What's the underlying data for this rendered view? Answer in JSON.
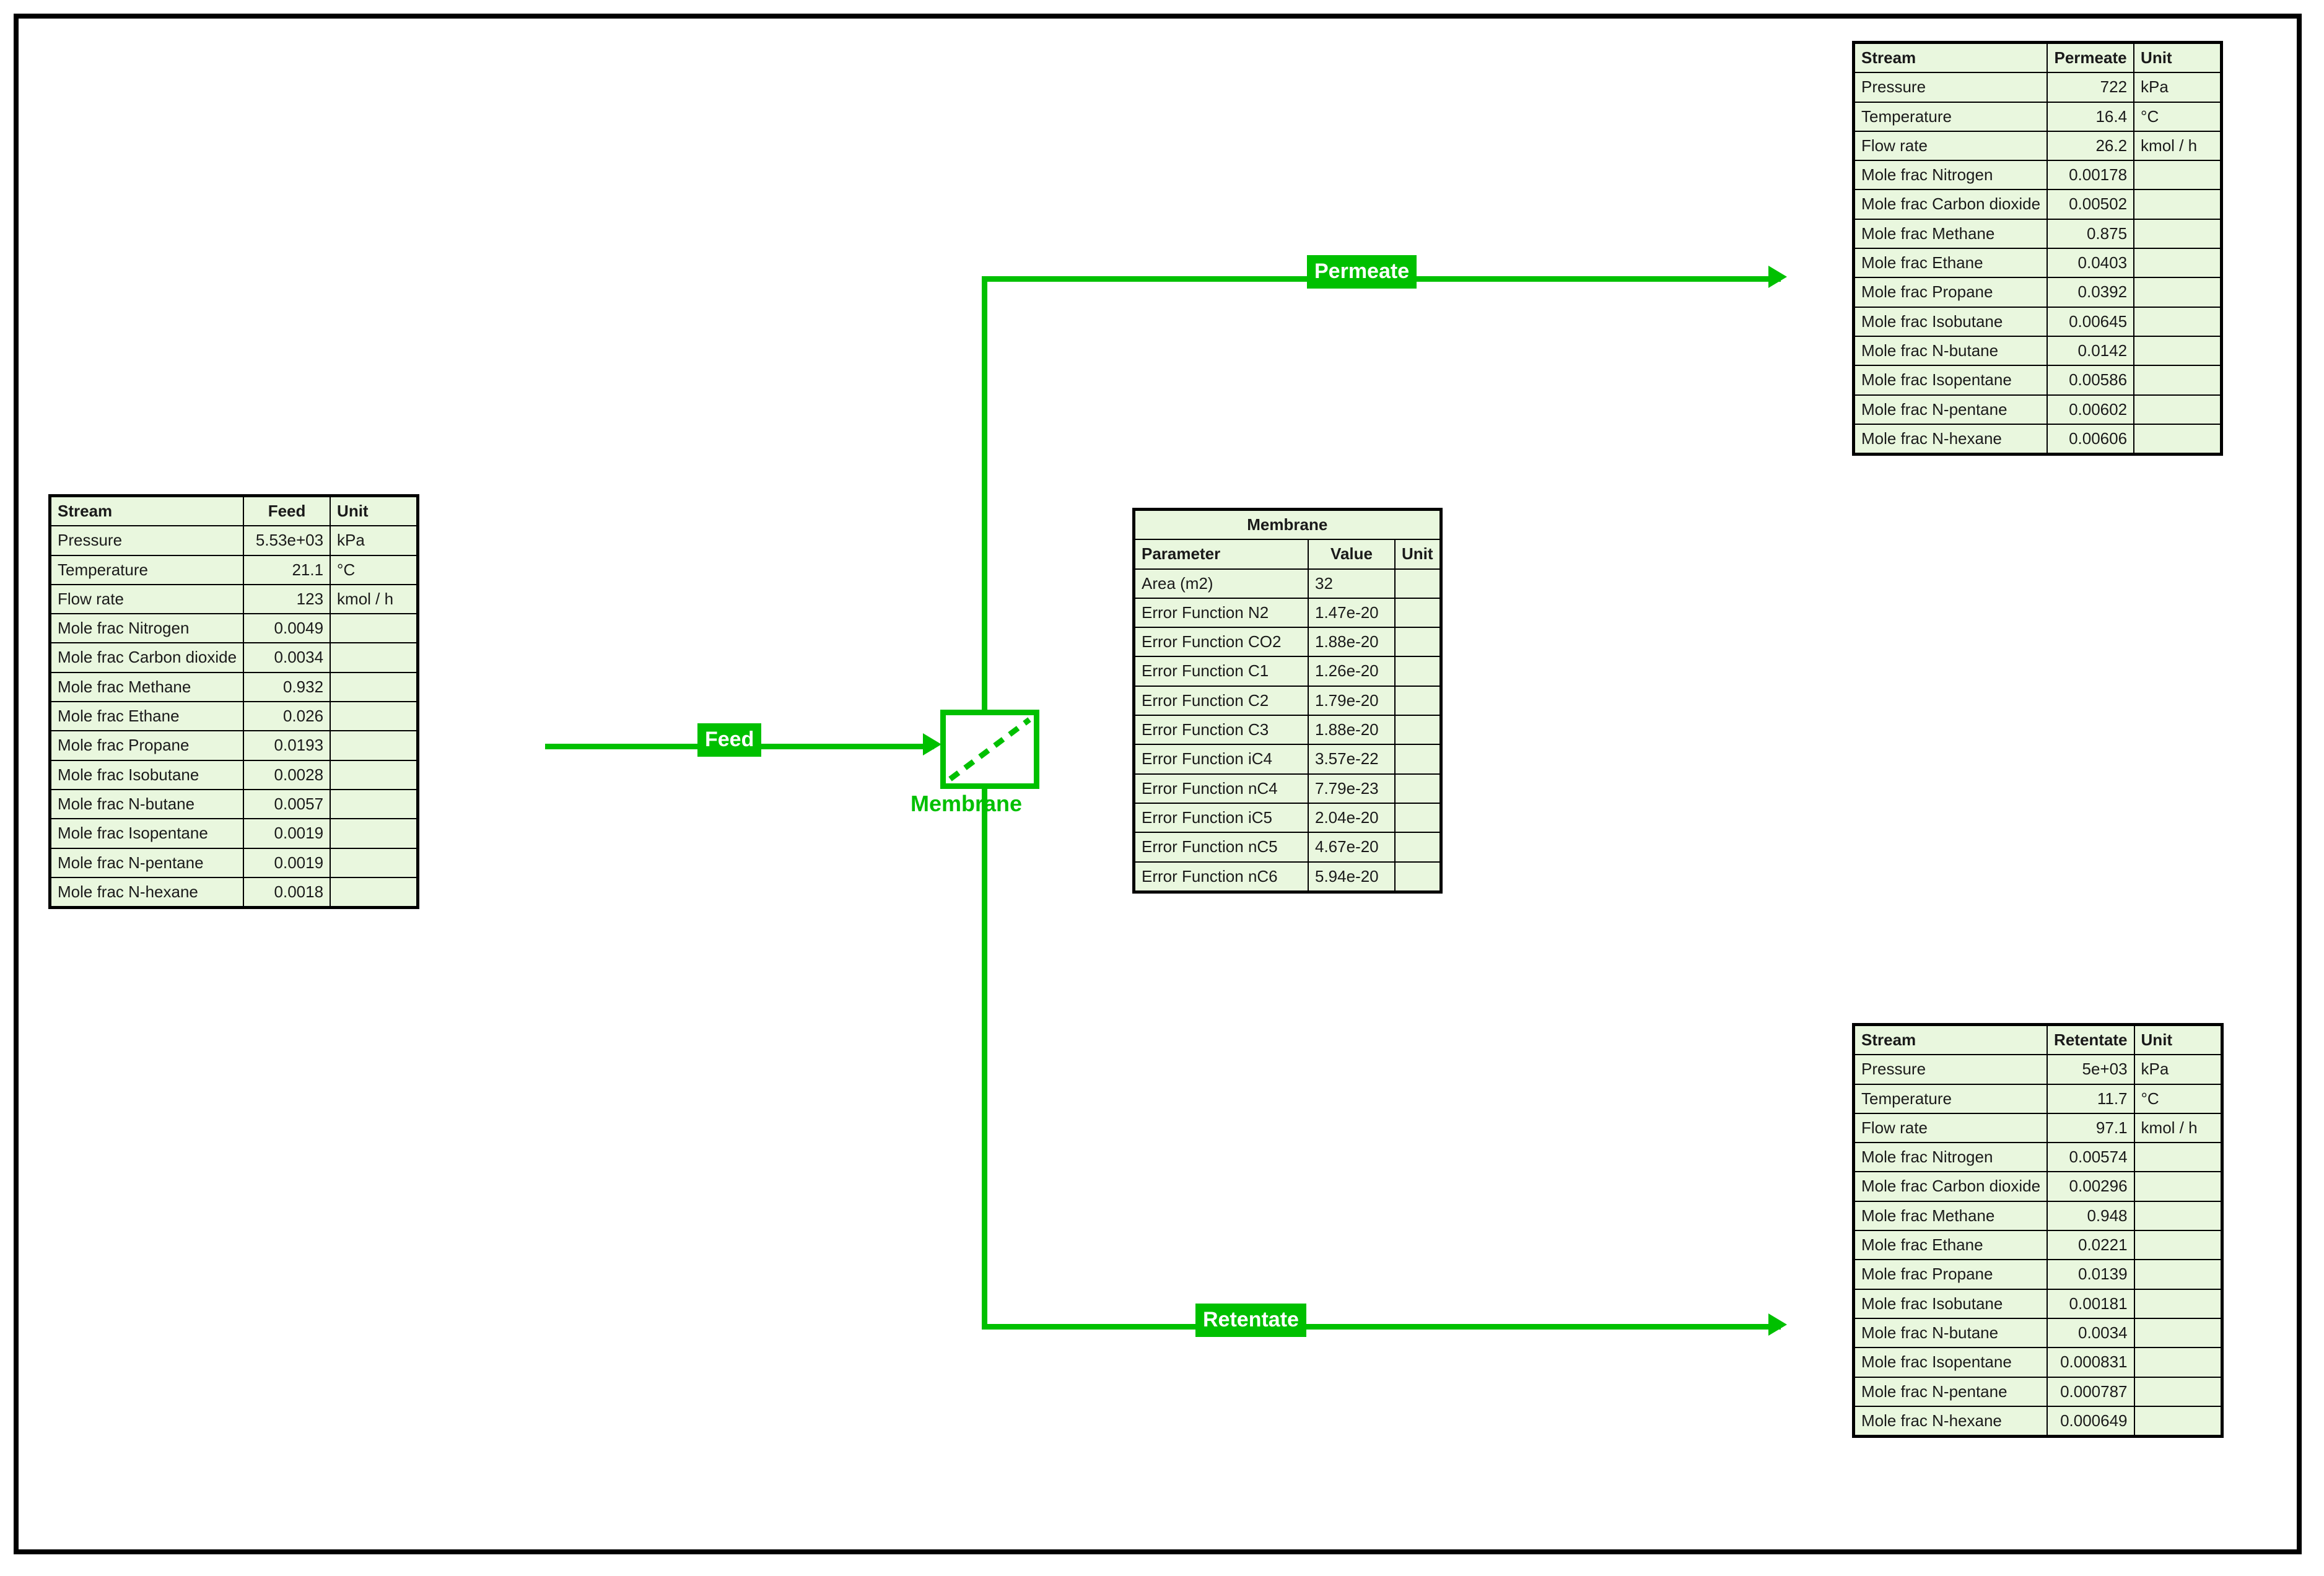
{
  "diagram": {
    "frame_color": "#000000",
    "flow_color": "#00c000",
    "table_fill": "#e9f7de",
    "unit": {
      "name": "Membrane",
      "icon": "membrane-diagonal-dashed"
    },
    "streams": [
      {
        "id": "feed",
        "label": "Feed"
      },
      {
        "id": "permeate",
        "label": "Permeate"
      },
      {
        "id": "retentate",
        "label": "Retentate"
      }
    ]
  },
  "feed_table": {
    "headers": [
      "Stream",
      "Feed",
      "Unit"
    ],
    "rows": [
      {
        "param": "Pressure",
        "value": "5.53e+03",
        "unit": "kPa"
      },
      {
        "param": "Temperature",
        "value": "21.1",
        "unit": "°C"
      },
      {
        "param": "Flow rate",
        "value": "123",
        "unit": "kmol / h"
      },
      {
        "param": "Mole frac Nitrogen",
        "value": "0.0049",
        "unit": ""
      },
      {
        "param": "Mole frac Carbon dioxide",
        "value": "0.0034",
        "unit": ""
      },
      {
        "param": "Mole frac Methane",
        "value": "0.932",
        "unit": ""
      },
      {
        "param": "Mole frac Ethane",
        "value": "0.026",
        "unit": ""
      },
      {
        "param": "Mole frac Propane",
        "value": "0.0193",
        "unit": ""
      },
      {
        "param": "Mole frac Isobutane",
        "value": "0.0028",
        "unit": ""
      },
      {
        "param": "Mole frac N-butane",
        "value": "0.0057",
        "unit": ""
      },
      {
        "param": "Mole frac Isopentane",
        "value": "0.0019",
        "unit": ""
      },
      {
        "param": "Mole frac N-pentane",
        "value": "0.0019",
        "unit": ""
      },
      {
        "param": "Mole frac N-hexane",
        "value": "0.0018",
        "unit": ""
      }
    ]
  },
  "permeate_table": {
    "headers": [
      "Stream",
      "Permeate",
      "Unit"
    ],
    "rows": [
      {
        "param": "Pressure",
        "value": "722",
        "unit": "kPa"
      },
      {
        "param": "Temperature",
        "value": "16.4",
        "unit": "°C"
      },
      {
        "param": "Flow rate",
        "value": "26.2",
        "unit": "kmol / h"
      },
      {
        "param": "Mole frac Nitrogen",
        "value": "0.00178",
        "unit": ""
      },
      {
        "param": "Mole frac Carbon dioxide",
        "value": "0.00502",
        "unit": ""
      },
      {
        "param": "Mole frac Methane",
        "value": "0.875",
        "unit": ""
      },
      {
        "param": "Mole frac Ethane",
        "value": "0.0403",
        "unit": ""
      },
      {
        "param": "Mole frac Propane",
        "value": "0.0392",
        "unit": ""
      },
      {
        "param": "Mole frac Isobutane",
        "value": "0.00645",
        "unit": ""
      },
      {
        "param": "Mole frac N-butane",
        "value": "0.0142",
        "unit": ""
      },
      {
        "param": "Mole frac Isopentane",
        "value": "0.00586",
        "unit": ""
      },
      {
        "param": "Mole frac N-pentane",
        "value": "0.00602",
        "unit": ""
      },
      {
        "param": "Mole frac N-hexane",
        "value": "0.00606",
        "unit": ""
      }
    ]
  },
  "retentate_table": {
    "headers": [
      "Stream",
      "Retentate",
      "Unit"
    ],
    "rows": [
      {
        "param": "Pressure",
        "value": "5e+03",
        "unit": "kPa"
      },
      {
        "param": "Temperature",
        "value": "11.7",
        "unit": "°C"
      },
      {
        "param": "Flow rate",
        "value": "97.1",
        "unit": "kmol / h"
      },
      {
        "param": "Mole frac Nitrogen",
        "value": "0.00574",
        "unit": ""
      },
      {
        "param": "Mole frac Carbon dioxide",
        "value": "0.00296",
        "unit": ""
      },
      {
        "param": "Mole frac Methane",
        "value": "0.948",
        "unit": ""
      },
      {
        "param": "Mole frac Ethane",
        "value": "0.0221",
        "unit": ""
      },
      {
        "param": "Mole frac Propane",
        "value": "0.0139",
        "unit": ""
      },
      {
        "param": "Mole frac Isobutane",
        "value": "0.00181",
        "unit": ""
      },
      {
        "param": "Mole frac N-butane",
        "value": "0.0034",
        "unit": ""
      },
      {
        "param": "Mole frac Isopentane",
        "value": "0.000831",
        "unit": ""
      },
      {
        "param": "Mole frac N-pentane",
        "value": "0.000787",
        "unit": ""
      },
      {
        "param": "Mole frac N-hexane",
        "value": "0.000649",
        "unit": ""
      }
    ]
  },
  "membrane_table": {
    "title": "Membrane",
    "headers": [
      "Parameter",
      "Value",
      "Unit"
    ],
    "rows": [
      {
        "param": "Area (m2)",
        "value": "32",
        "unit": ""
      },
      {
        "param": "Error Function N2",
        "value": "1.47e-20",
        "unit": ""
      },
      {
        "param": "Error Function CO2",
        "value": "1.88e-20",
        "unit": ""
      },
      {
        "param": "Error Function C1",
        "value": "1.26e-20",
        "unit": ""
      },
      {
        "param": "Error Function C2",
        "value": "1.79e-20",
        "unit": ""
      },
      {
        "param": "Error Function C3",
        "value": "1.88e-20",
        "unit": ""
      },
      {
        "param": "Error Function iC4",
        "value": "3.57e-22",
        "unit": ""
      },
      {
        "param": "Error Function nC4",
        "value": "7.79e-23",
        "unit": ""
      },
      {
        "param": "Error Function iC5",
        "value": "2.04e-20",
        "unit": ""
      },
      {
        "param": "Error Function nC5",
        "value": "4.67e-20",
        "unit": ""
      },
      {
        "param": "Error Function nC6",
        "value": "5.94e-20",
        "unit": ""
      }
    ]
  }
}
